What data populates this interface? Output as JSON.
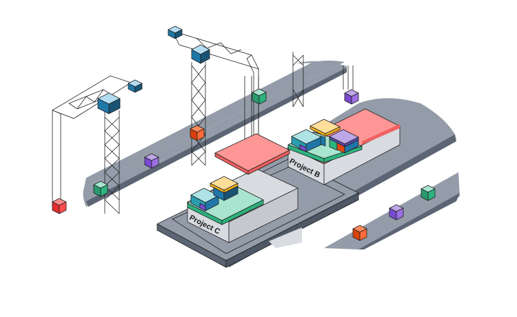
{
  "illustration": {
    "title": "Isometric project yard with cranes and conveyor belts",
    "labels": {
      "project_b": "Project B",
      "project_c": "Project C"
    },
    "colors": {
      "belt_top": "#939ca8",
      "belt_side": "#5b6573",
      "platform_top": "#d8dbe0",
      "platform_side": "#c5c9cf",
      "pad_top": "#ff9696",
      "pad_side": "#f06060",
      "green_top": "#a8e4cf",
      "green_side": "#2db37e",
      "teal_top": "#aee3e6",
      "yellow_top": "#ffde9a",
      "yellow_side": "#f5b31c",
      "purple_top": "#bda7e6",
      "purple_side": "#7a4ad0",
      "blue_dark": "#1a5475",
      "blue_mid": "#1f77a8",
      "blue_light": "#b4dcf2",
      "orange": "#ff6a3a",
      "red": "#ff4d4d"
    }
  }
}
